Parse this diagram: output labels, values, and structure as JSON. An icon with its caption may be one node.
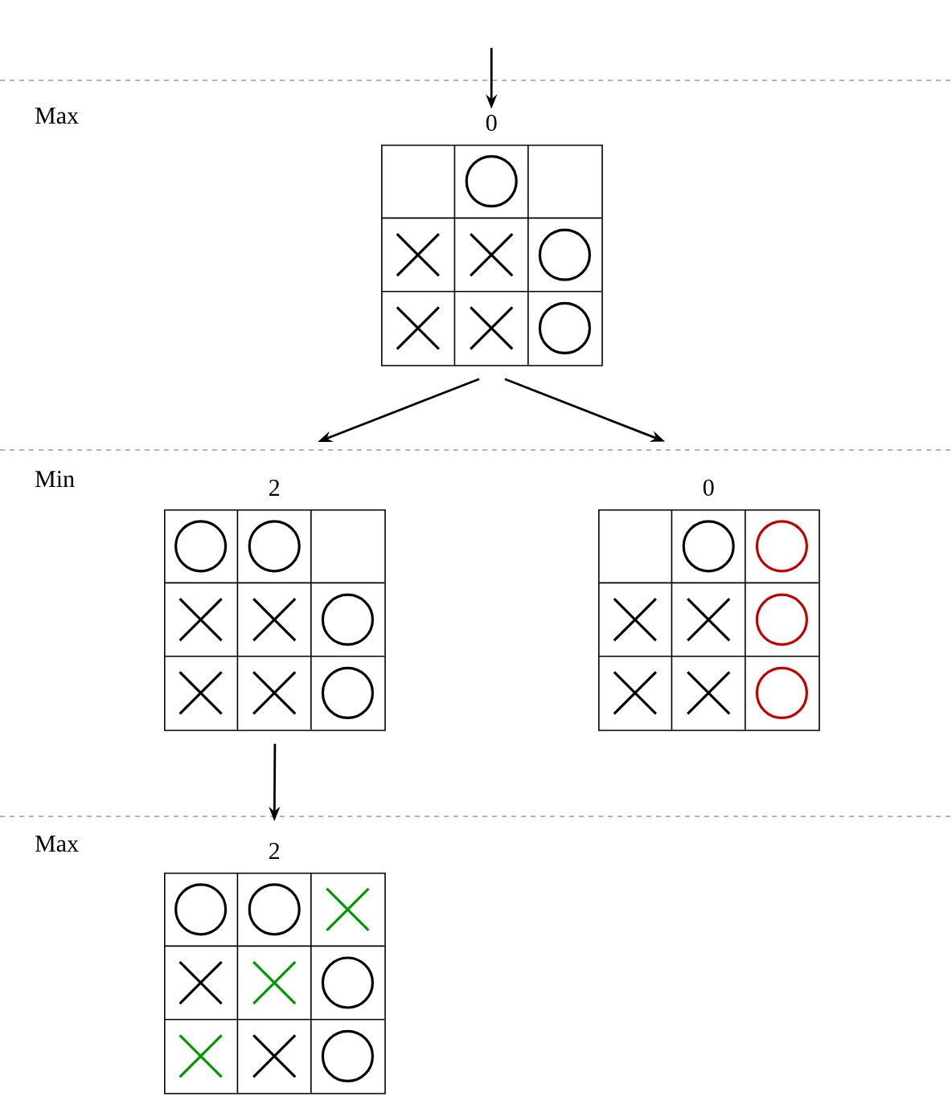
{
  "diagram": {
    "nodes": [
      {
        "text": [
          "0"
        ]
      },
      {
        "text": [
          "2"
        ]
      },
      {
        "text": [
          "0"
        ]
      },
      {
        "text": [
          "2"
        ]
      }
    ],
    "edges": [
      {
        "from": null,
        "to": 0,
        "arrow": "to"
      },
      {
        "from": 0,
        "to": 1,
        "arrow": "to"
      },
      {
        "from": 0,
        "to": 2,
        "arrow": "to"
      },
      {
        "from": 1,
        "to": 3,
        "arrow": "to"
      }
    ],
    "labels": [
      "Max",
      "Min",
      "Max"
    ]
  }
}
